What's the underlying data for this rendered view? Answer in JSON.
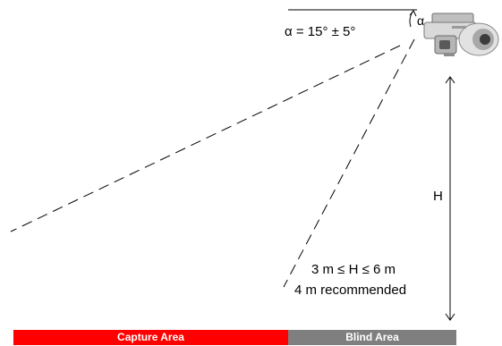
{
  "diagram": {
    "alpha_formula": "α = 15° ± 5°",
    "alpha_symbol": "α",
    "height_symbol": "H",
    "height_range": "3 m ≤ H ≤ 6 m",
    "height_recommendation": "4 m recommended",
    "capture_area_label": "Capture Area",
    "blind_area_label": "Blind Area",
    "capture_area_color": "#ff0000",
    "blind_area_color": "#7f7f7f",
    "camera_icon": "camera-icon"
  }
}
